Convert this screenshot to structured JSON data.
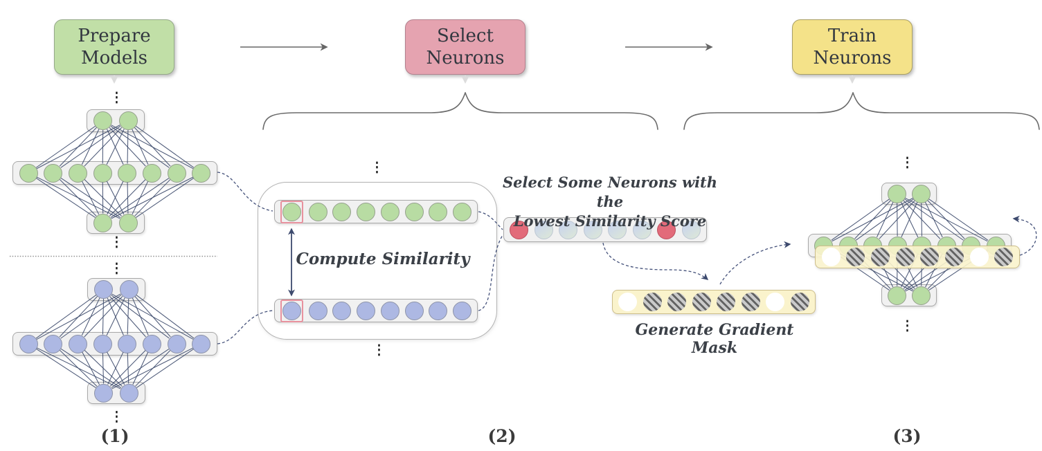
{
  "stages": [
    {
      "label1": "Prepare",
      "label2": "Models"
    },
    {
      "label1": "Select",
      "label2": "Neurons"
    },
    {
      "label1": "Train",
      "label2": "Neurons"
    }
  ],
  "captions": {
    "compute_similarity": "Compute Similarity",
    "select_line1": "Select Some Neurons with the",
    "select_line2": "Lowest Similarity Score",
    "gradient_mask": "Generate Gradient Mask"
  },
  "step_labels": {
    "s1": "(1)",
    "s2": "(2)",
    "s3": "(3)"
  },
  "ellipsis_char": "⋮",
  "colors": {
    "stage_green": "#c1dfa7",
    "stage_pink": "#e5a3b0",
    "stage_yellow": "#f4e289",
    "neuron_green": "#b8dca3",
    "neuron_blue": "#adb8e3",
    "neuron_red": "#e26b7a",
    "mask_row_bg": "#faf3cc",
    "row_bg": "#f1f1f1",
    "connection_line": "#3e4c6d",
    "dashed_line": "#44517a",
    "highlight_box": "#e8919e",
    "brace": "#6b6b6b"
  },
  "rows": [
    {
      "target": "net1-top",
      "cells": [
        "green",
        "green"
      ]
    },
    {
      "target": "net1-mid",
      "cells": [
        "green",
        "green",
        "green",
        "green",
        "green",
        "green",
        "green",
        "green"
      ]
    },
    {
      "target": "net1-bot",
      "cells": [
        "green",
        "green"
      ]
    },
    {
      "target": "net2-top",
      "cells": [
        "blue",
        "blue"
      ]
    },
    {
      "target": "net2-mid",
      "cells": [
        "blue",
        "blue",
        "blue",
        "blue",
        "blue",
        "blue",
        "blue",
        "blue"
      ]
    },
    {
      "target": "net2-bot",
      "cells": [
        "blue",
        "blue"
      ]
    },
    {
      "target": "sim-green",
      "cells": [
        "green",
        "green",
        "green",
        "green",
        "green",
        "green",
        "green",
        "green"
      ],
      "boxed_index": 0
    },
    {
      "target": "sim-blue",
      "cells": [
        "blue",
        "blue",
        "blue",
        "blue",
        "blue",
        "blue",
        "blue",
        "blue"
      ],
      "boxed_index": 0
    },
    {
      "target": "score",
      "cells": [
        "red",
        "grad",
        "grad",
        "grad",
        "grad",
        "grad",
        "red",
        "grad"
      ]
    },
    {
      "target": "mask",
      "cells": [
        "white",
        "hatch",
        "hatch",
        "hatch",
        "hatch",
        "hatch",
        "white",
        "hatch"
      ]
    },
    {
      "target": "net3-top",
      "cells": [
        "green",
        "green"
      ]
    },
    {
      "target": "net3-mid",
      "cells": [
        "green",
        "green",
        "green",
        "green",
        "green",
        "green",
        "green",
        "green"
      ]
    },
    {
      "target": "net3-mask",
      "cells": [
        "white",
        "hatch",
        "hatch",
        "hatch",
        "hatch",
        "hatch",
        "white",
        "hatch"
      ]
    },
    {
      "target": "net3-bot",
      "cells": [
        "green",
        "green"
      ]
    }
  ],
  "networks": [
    {
      "layers": [
        "net1-top",
        "net1-mid",
        "net1-bot"
      ]
    },
    {
      "layers": [
        "net2-top",
        "net2-mid",
        "net2-bot"
      ]
    },
    {
      "layers": [
        "net3-top",
        "net3-mid",
        "net3-bot"
      ]
    }
  ]
}
